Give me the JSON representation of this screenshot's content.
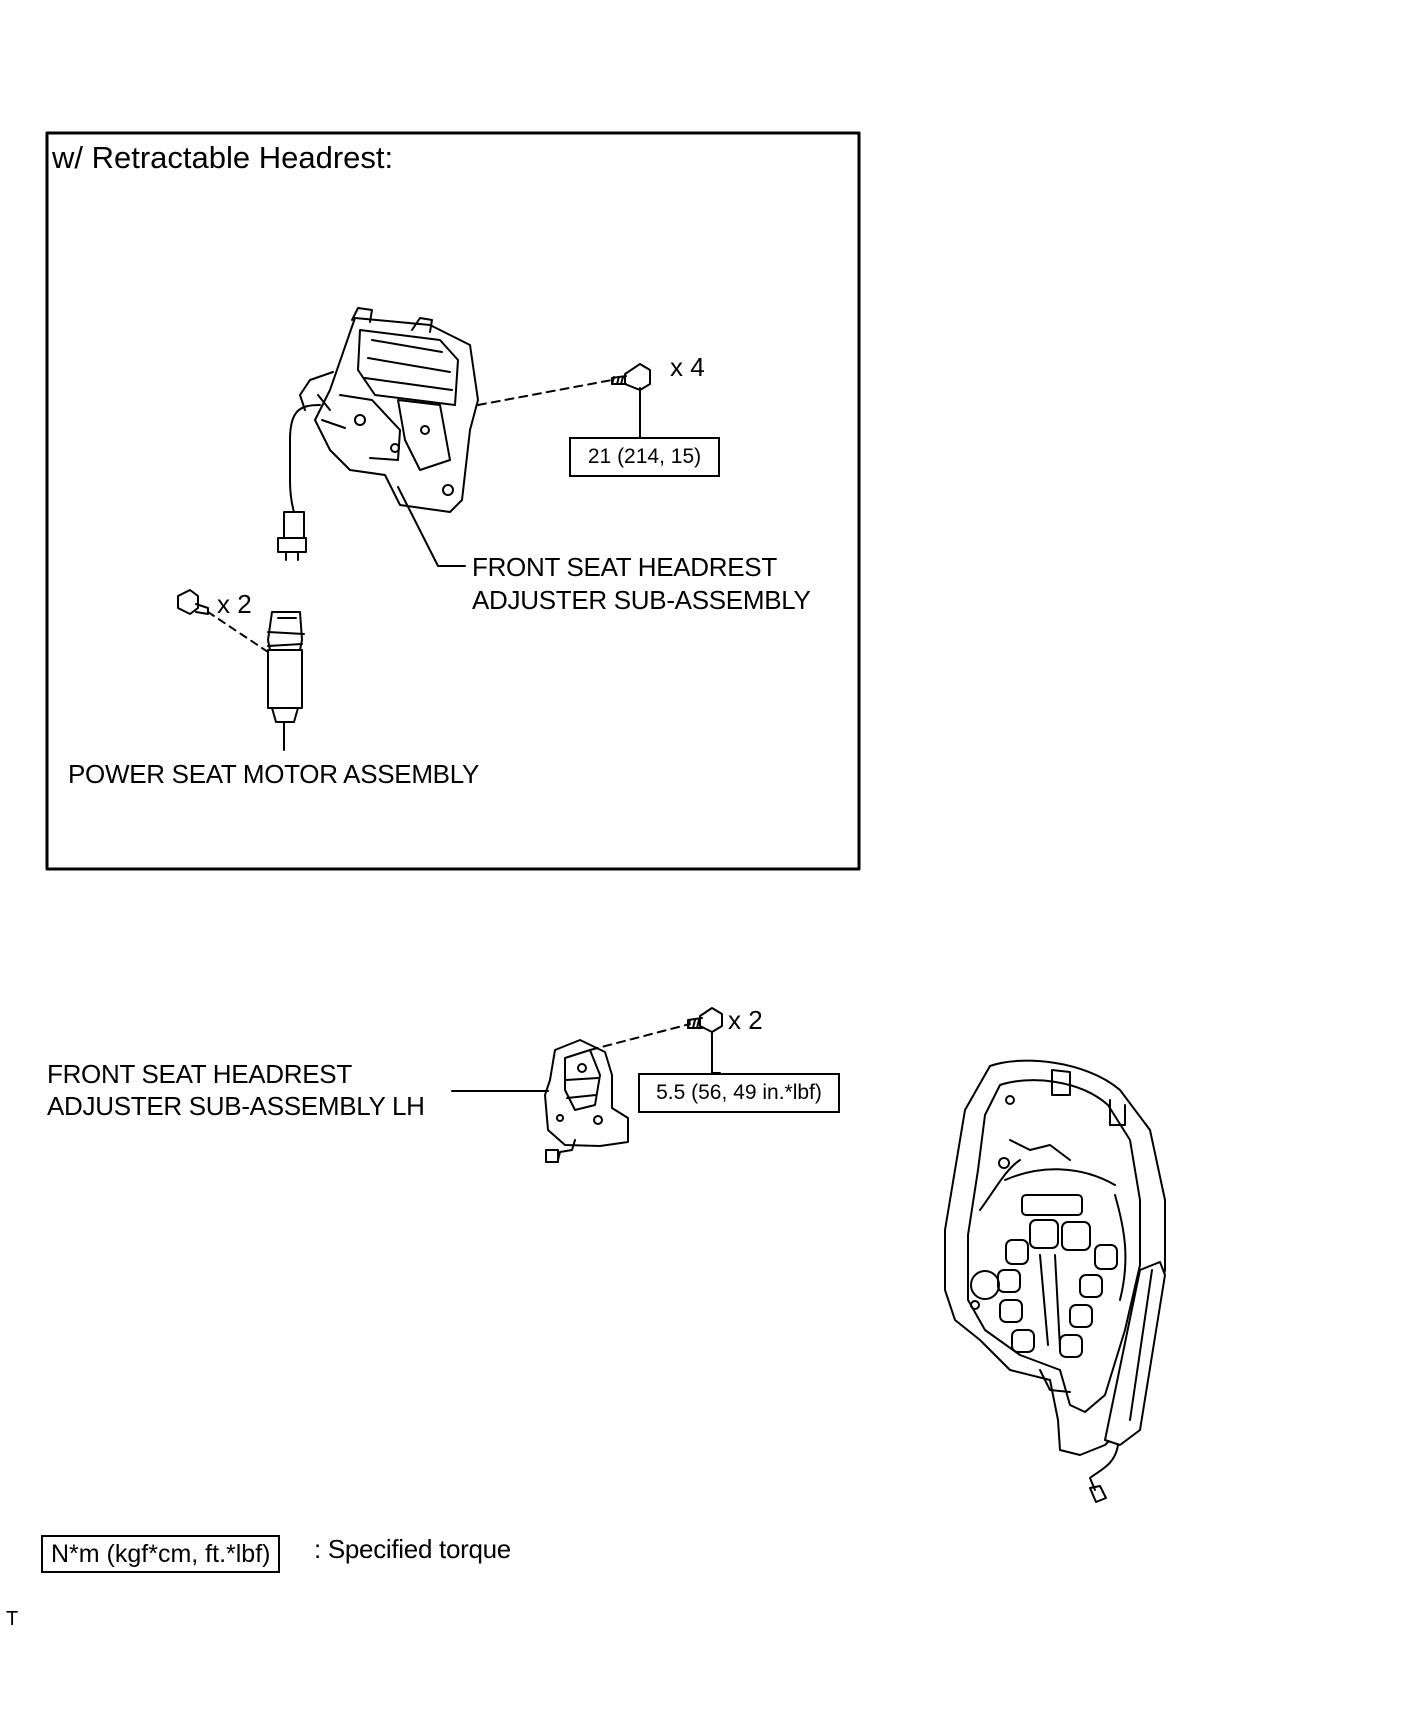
{
  "inset": {
    "title": "w/ Retractable Headrest:",
    "bolt_qty": "x 4",
    "bolt_torque": "21 (214, 15)",
    "adjuster_label_line1": "FRONT SEAT HEADREST",
    "adjuster_label_line2": "ADJUSTER SUB-ASSEMBLY",
    "motor_bolt_qty": "x 2",
    "motor_label": "POWER SEAT MOTOR ASSEMBLY"
  },
  "main": {
    "adjuster_lh_line1": "FRONT SEAT HEADREST",
    "adjuster_lh_line2": "ADJUSTER SUB-ASSEMBLY LH",
    "bolt_qty": "x 2",
    "bolt_torque": "5.5 (56, 49 in.*lbf)"
  },
  "legend": {
    "unit_box": "N*m (kgf*cm, ft.*lbf)",
    "description": ": Specified torque"
  },
  "footer_mark": "T"
}
